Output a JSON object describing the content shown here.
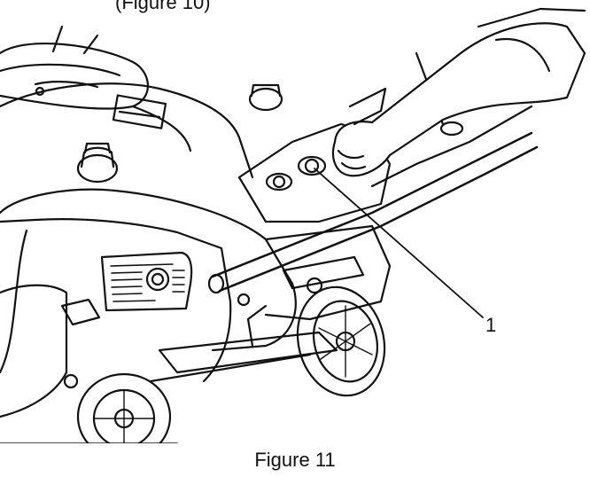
{
  "top_partial_text": "(Figure 10)",
  "callout_number": "1",
  "caption": "Figure 11"
}
